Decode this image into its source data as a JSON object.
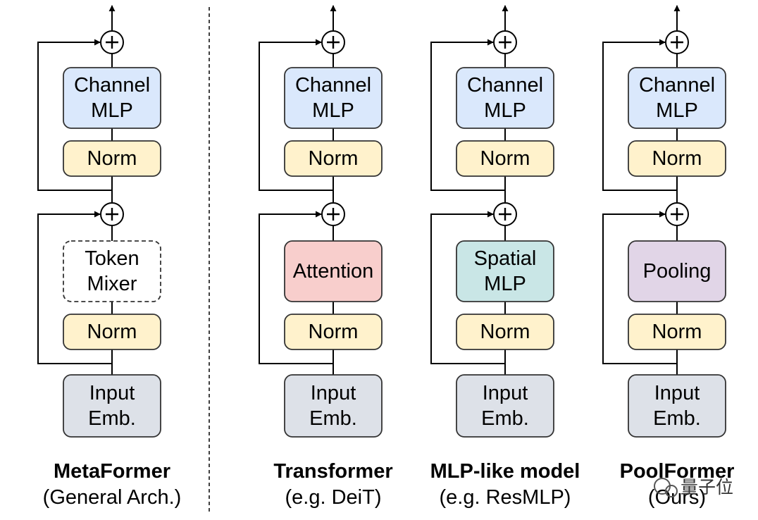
{
  "colors": {
    "channel_mlp": "#dae8fc",
    "norm": "#fff2cc",
    "attention": "#f8cecc",
    "spatial_mlp": "#c9e6e6",
    "pooling": "#e1d5e7",
    "input_emb": "#dde1e8",
    "token_mixer": "#ffffff",
    "stroke": "#333333"
  },
  "columns": [
    {
      "channel_mlp": [
        "Channel",
        "MLP"
      ],
      "norm_top": "Norm",
      "mixer": [
        "Token",
        "Mixer"
      ],
      "mixer_style": "dashed",
      "mixer_color_key": "token_mixer",
      "norm_bottom": "Norm",
      "input": [
        "Input",
        "Emb."
      ],
      "title": "MetaFormer",
      "subtitle": "(General Arch.)"
    },
    {
      "channel_mlp": [
        "Channel",
        "MLP"
      ],
      "norm_top": "Norm",
      "mixer": [
        "Attention"
      ],
      "mixer_style": "solid",
      "mixer_color_key": "attention",
      "norm_bottom": "Norm",
      "input": [
        "Input",
        "Emb."
      ],
      "title": "Transformer",
      "subtitle": "(e.g. DeiT)"
    },
    {
      "channel_mlp": [
        "Channel",
        "MLP"
      ],
      "norm_top": "Norm",
      "mixer": [
        "Spatial",
        "MLP"
      ],
      "mixer_style": "solid",
      "mixer_color_key": "spatial_mlp",
      "norm_bottom": "Norm",
      "input": [
        "Input",
        "Emb."
      ],
      "title": "MLP-like model",
      "subtitle": "(e.g. ResMLP)"
    },
    {
      "channel_mlp": [
        "Channel",
        "MLP"
      ],
      "norm_top": "Norm",
      "mixer": [
        "Pooling"
      ],
      "mixer_style": "solid",
      "mixer_color_key": "pooling",
      "norm_bottom": "Norm",
      "input": [
        "Input",
        "Emb."
      ],
      "title": "PoolFormer",
      "subtitle": "(Ours)"
    }
  ],
  "watermark": "量子位"
}
